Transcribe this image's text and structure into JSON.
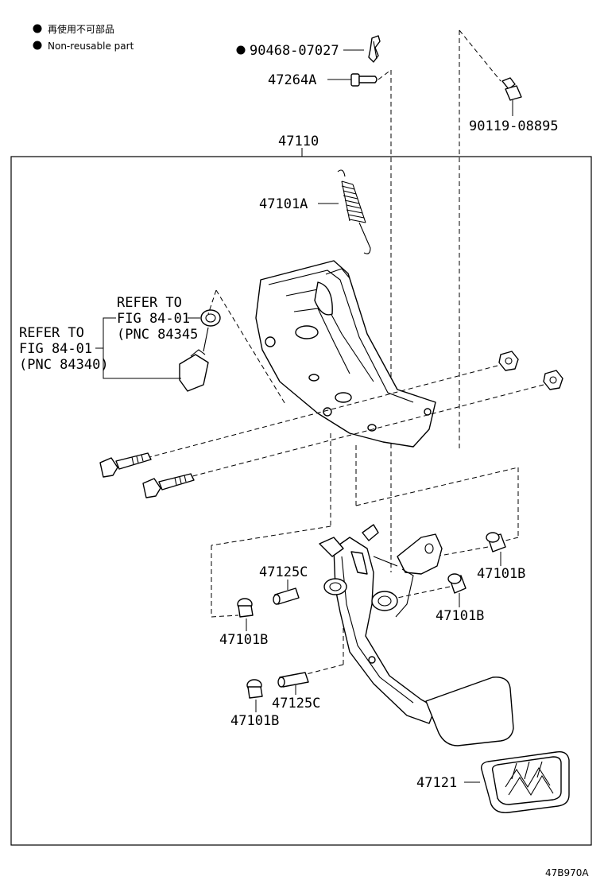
{
  "legend": {
    "japanese": "再使用不可部品",
    "english": "Non-reusable part"
  },
  "parts": {
    "p90468": "90468-07027",
    "p47264A": "47264A",
    "p90119": "90119-08895",
    "p47110": "47110",
    "p47101A": "47101A",
    "p47125C_upper": "47125C",
    "p47125C_lower": "47125C",
    "p47101B_right_upper": "47101B",
    "p47101B_right_lower": "47101B",
    "p47101B_left_upper": "47101B",
    "p47101B_left_lower": "47101B",
    "p47121": "47121"
  },
  "refs": {
    "right": {
      "line1": "REFER TO",
      "line2": "FIG 84-01",
      "line3": "(PNC 84345"
    },
    "left": {
      "line1": "REFER TO",
      "line2": "FIG 84-01",
      "line3": "(PNC 84340)"
    }
  },
  "figure_code": "47B970A"
}
